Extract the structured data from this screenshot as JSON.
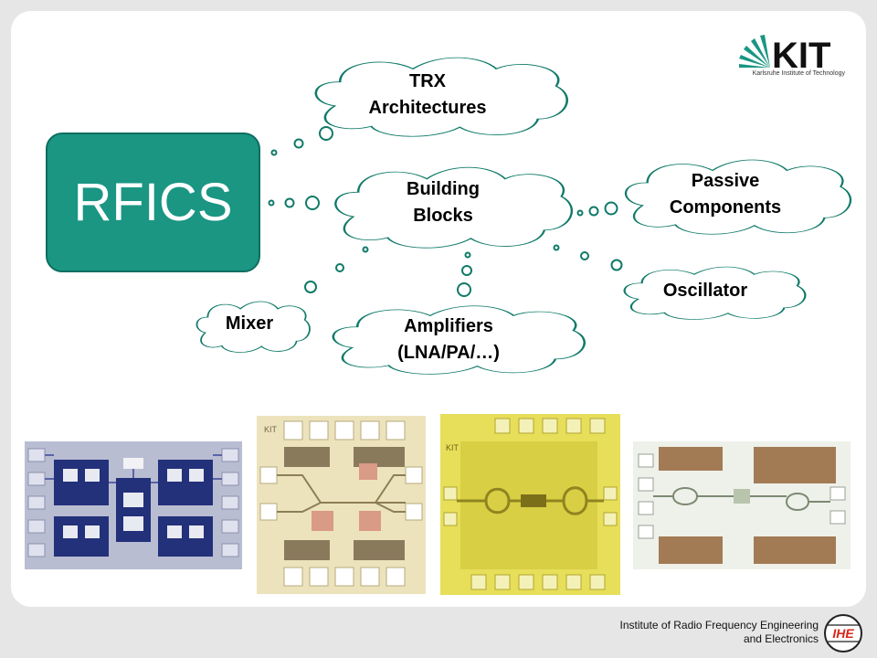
{
  "main_box": {
    "label": "RFICS",
    "color": "#1a9683"
  },
  "logo": {
    "text": "KIT",
    "subtitle": "Karlsruhe Institute of Technology"
  },
  "clouds": {
    "trx": {
      "line1": "TRX",
      "line2": "Architectures"
    },
    "building": {
      "line1": "Building",
      "line2": "Blocks"
    },
    "passive": {
      "line1": "Passive",
      "line2": "Components"
    },
    "oscillator": {
      "line1": "Oscillator"
    },
    "mixer": {
      "line1": "Mixer"
    },
    "amplifiers": {
      "line1": "Amplifiers",
      "line2": "(LNA/PA/…)"
    }
  },
  "footer": {
    "line1": "Institute of Radio Frequency Engineering",
    "line2": "and Electronics",
    "logo_text": "IHE"
  },
  "colors": {
    "accent": "#1a9683",
    "cloud_stroke": "#0f7a68",
    "footer_logo": "#d9261c"
  }
}
